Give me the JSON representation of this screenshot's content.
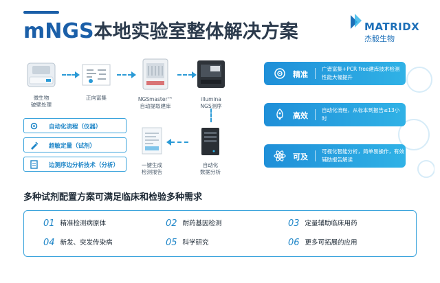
{
  "header": {
    "title_prefix": "mNGS",
    "title_suffix": "本地实验室整体解决方案",
    "brand_name": "MATRIDX",
    "brand_cn": "杰毅生物",
    "accent": "#1c6fb8"
  },
  "workflow": {
    "steps": [
      {
        "label_l1": "微生物",
        "label_l2": "破壁处理",
        "icon": "lysis-instrument-icon"
      },
      {
        "label_l1": "正向富集",
        "label_l2": "",
        "icon": "enrichment-icon"
      },
      {
        "label_l1": "NGSmaster™",
        "label_l2": "自动提取建库",
        "icon": "library-prep-instrument-icon"
      },
      {
        "label_l1": "illumina",
        "label_l2": "NGS测序",
        "icon": "sequencer-icon"
      },
      {
        "label_l1": "自动化",
        "label_l2": "数据分析",
        "icon": "server-icon"
      },
      {
        "label_l1": "一键生成",
        "label_l2": "检测报告",
        "icon": "report-icon"
      }
    ]
  },
  "features": [
    {
      "label": "自动化流程（仪器）",
      "icon": "gear-icon"
    },
    {
      "label": "超敏定量（试剂）",
      "icon": "pipette-icon"
    },
    {
      "label": "边测序边分析技术（分析）",
      "icon": "document-icon"
    }
  ],
  "advantages": [
    {
      "name": "精准",
      "desc": "广谱富集+PCR free建库技术检测性能大幅提升",
      "icon": "target-icon"
    },
    {
      "name": "高效",
      "desc": "自动化流程，从标本到报告≤13小时",
      "icon": "rocket-icon"
    },
    {
      "name": "可及",
      "desc": "可视化智能分析，简单易操作，有效辅助报告解读",
      "icon": "atom-icon"
    }
  ],
  "applications": {
    "title": "多种试剂配置方案可满足临床和检验多种需求",
    "items": [
      {
        "num": "01",
        "label": "精准检测病原体"
      },
      {
        "num": "02",
        "label": "耐药基因检测"
      },
      {
        "num": "03",
        "label": "定量辅助临床用药"
      },
      {
        "num": "04",
        "label": "新发、突发传染病"
      },
      {
        "num": "05",
        "label": "科学研究"
      },
      {
        "num": "06",
        "label": "更多可拓展的应用"
      }
    ]
  }
}
